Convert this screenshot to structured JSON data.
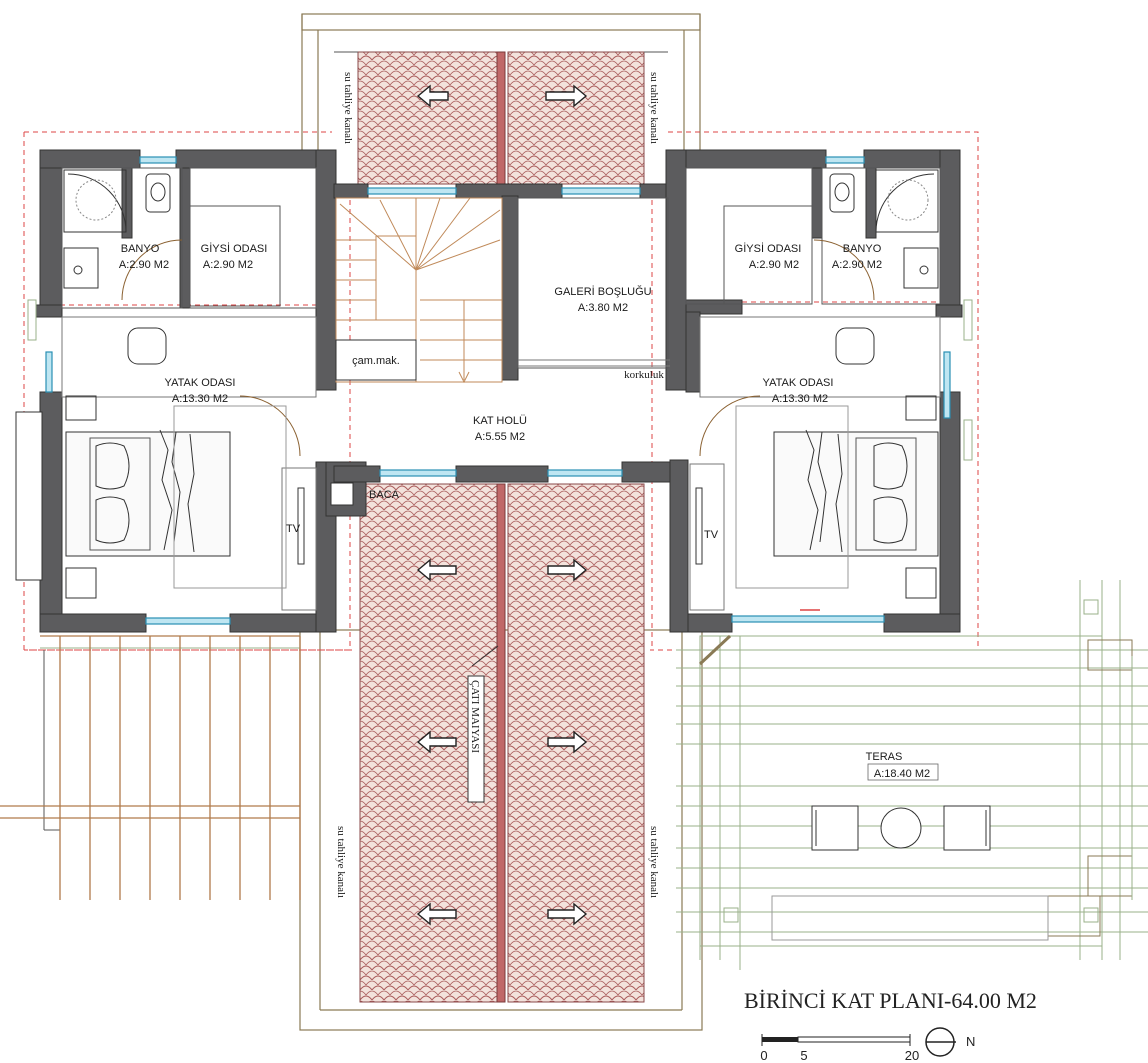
{
  "title": "BİRİNCİ KAT PLANI-64.00 M2",
  "rooms": {
    "banyo_left": {
      "name": "BANYO",
      "area": "A:2.90 M2"
    },
    "giyisi_left": {
      "name": "GİYSİ ODASI",
      "area": "A:2.90 M2"
    },
    "giyisi_right": {
      "name": "GİYSİ ODASI",
      "area": "A:2.90 M2"
    },
    "banyo_right": {
      "name": "BANYO",
      "area": "A:2.90 M2"
    },
    "galeri": {
      "name": "GALERİ BOŞLUĞU",
      "area": "A:3.80 M2"
    },
    "yatak_left": {
      "name": "YATAK ODASI",
      "area": "A:13.30 M2"
    },
    "yatak_right": {
      "name": "YATAK ODASI",
      "area": "A:13.30 M2"
    },
    "kat_holu": {
      "name": "KAT HOLÜ",
      "area": "A:5.55 M2"
    },
    "teras": {
      "name": "TERAS",
      "area": "A:18.40 M2"
    }
  },
  "labels": {
    "cam_mak": "çam.mak.",
    "korkuluk": "korkuluk",
    "baca": "BACA",
    "tv_left": "TV",
    "tv_right": "TV",
    "cati_malyasi": "ÇATI MAIYASI",
    "su_kanali_top_left": "su tahliye kanalı",
    "su_kanali_top_right": "su tahliye kanalı",
    "su_kanali_bottom_left": "su tahliye kanalı",
    "su_kanali_bottom_right": "su tahliye kanalı"
  },
  "scale": {
    "ticks": [
      "0",
      "5",
      "20"
    ],
    "north": "N"
  },
  "colors": {
    "wall": "#5c5c5e",
    "roof_tile": "#b06060",
    "window": "#2a8fb3",
    "dashed_outline": "#d44444",
    "terrace_lines": "#9ab08a",
    "pergola": "#b07a4a"
  }
}
